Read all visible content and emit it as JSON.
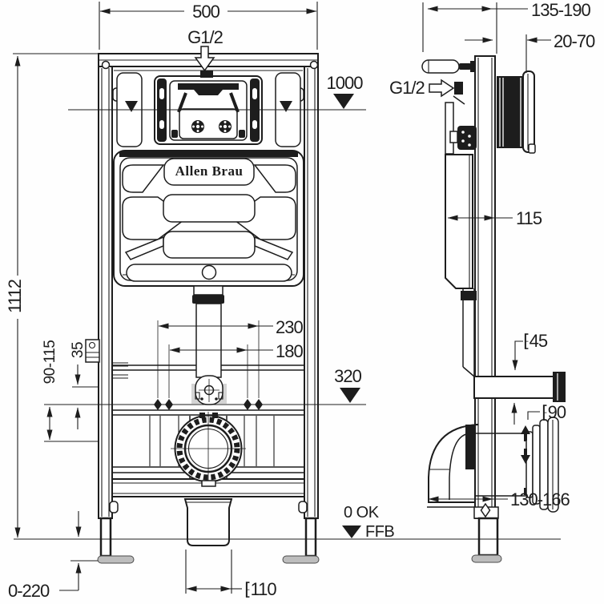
{
  "drawing": {
    "brand": "Allen Brau",
    "labels": {
      "overall_width": "500",
      "inlet_thread_top": "G1/2",
      "install_depth_range": "135-190",
      "button_depth_range": "20-70",
      "inlet_thread_side": "G1/2",
      "button_height_level": "1000",
      "frame_height": "1112",
      "cistern_depth": "115",
      "fixing_width_outer": "230",
      "fixing_width_inner": "180",
      "bracket_height_range": "90-115",
      "offset_35": "35",
      "bowl_level": "320",
      "flush_pipe_dia": "⁅45",
      "outlet_dia": "⁅90",
      "outlet_depth_range": "130-166",
      "zero_ok": "0 OK",
      "floor_level": "FFB",
      "foot_adjust_range": "0-220",
      "drain_dia": "⁅110"
    },
    "colors": {
      "ink": "#1d1d1d",
      "background": "#ffffff",
      "foot_plate": "#bdbdbd",
      "shadow": "#d4d4d4"
    }
  }
}
